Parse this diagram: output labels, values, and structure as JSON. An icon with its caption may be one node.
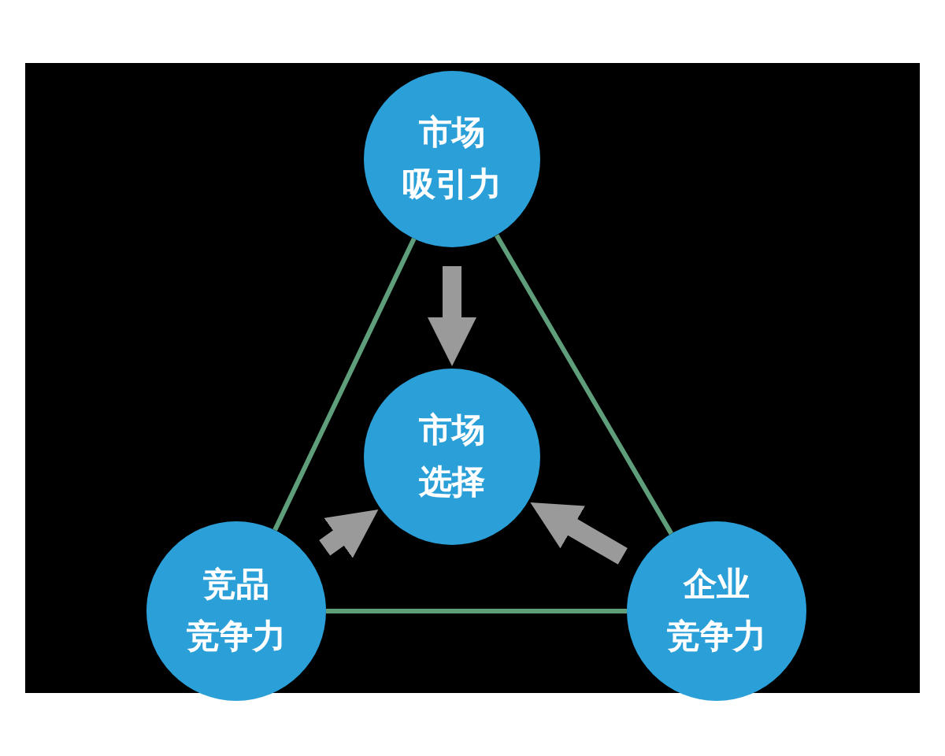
{
  "diagram": {
    "nodes": [
      {
        "text": [
          "市场吸引力"
        ]
      },
      {
        "text": [
          "市场选择"
        ]
      },
      {
        "text": [
          "竞品竞争力"
        ]
      },
      {
        "text": [
          "企业竞争力"
        ]
      }
    ],
    "edges": [
      {
        "from": 0,
        "to": 2,
        "arrow": "none",
        "color": "#5f9e7a"
      },
      {
        "from": 0,
        "to": 3,
        "arrow": "none",
        "color": "#5f9e7a"
      },
      {
        "from": 2,
        "to": 3,
        "arrow": "none",
        "color": "#5f9e7a"
      },
      {
        "from": 0,
        "to": 1,
        "arrow": "to",
        "style": "thick",
        "color": "#9a9a9a"
      },
      {
        "from": 2,
        "to": 1,
        "arrow": "to",
        "style": "thick",
        "color": "#9a9a9a"
      },
      {
        "from": 3,
        "to": 1,
        "arrow": "to",
        "style": "thick",
        "color": "#9a9a9a"
      }
    ]
  }
}
